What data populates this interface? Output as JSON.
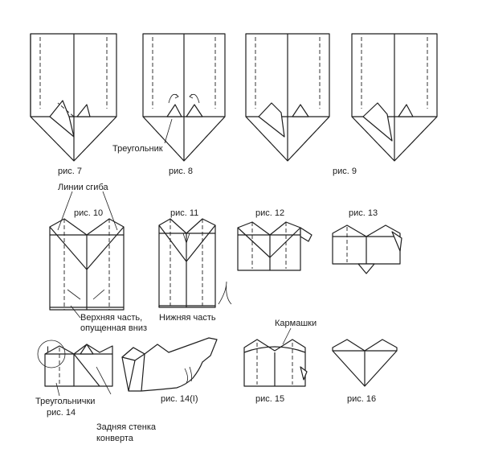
{
  "figures": {
    "fig7": "рис. 7",
    "fig8": "рис. 8",
    "fig9": "рис. 9",
    "fig10": "рис. 10",
    "fig11": "рис. 11",
    "fig12": "рис. 12",
    "fig13": "рис. 13",
    "fig14": "рис. 14",
    "fig14b": "рис. 14(I)",
    "fig15": "рис. 15",
    "fig16": "рис. 16"
  },
  "labels": {
    "triangle": "Треугольник",
    "fold_lines": "Линии сгиба",
    "upper_part_1": "Верхняя часть,",
    "upper_part_2": "опущенная вниз",
    "lower_part": "Нижняя часть",
    "pockets": "Кармашки",
    "triangles": "Треугольнички",
    "back_wall_1": "Задняя стенка",
    "back_wall_2": "конверта",
    "marker": "I"
  }
}
